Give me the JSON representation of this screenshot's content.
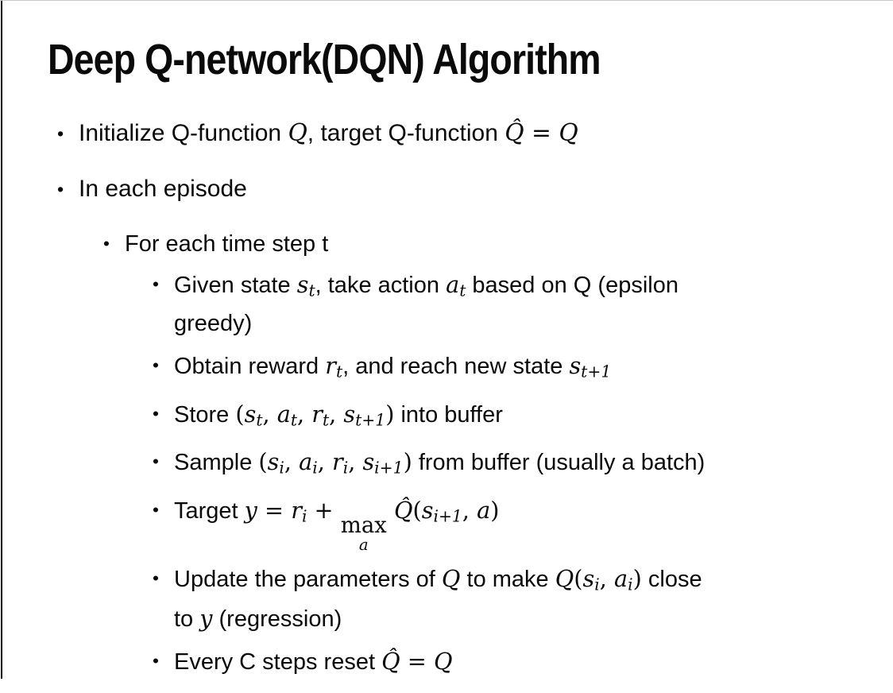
{
  "slide": {
    "title": "Deep Q-network(DQN) Algorithm",
    "bullet_char": "•",
    "bullets": [
      {
        "level": 1,
        "segments": [
          {
            "k": "t",
            "v": "Initialize Q-function "
          },
          {
            "k": "m",
            "v": "Q"
          },
          {
            "k": "t",
            "v": ", target Q-function "
          },
          {
            "k": "h",
            "v": "Q̂"
          },
          {
            "k": "r",
            "v": " = "
          },
          {
            "k": "m",
            "v": "Q"
          }
        ]
      },
      {
        "level": 1,
        "segments": [
          {
            "k": "t",
            "v": "In each episode"
          }
        ]
      },
      {
        "level": 2,
        "segments": [
          {
            "k": "t",
            "v": "For each time step t"
          }
        ]
      },
      {
        "level": 3,
        "segments": [
          {
            "k": "t",
            "v": "Given state "
          },
          {
            "k": "m",
            "v": "s"
          },
          {
            "k": "s",
            "v": "t"
          },
          {
            "k": "t",
            "v": ", take action "
          },
          {
            "k": "m",
            "v": "a"
          },
          {
            "k": "s",
            "v": "t"
          },
          {
            "k": "t",
            "v": " based on Q (epsilon"
          },
          {
            "k": "br"
          },
          {
            "k": "t",
            "v": "greedy)"
          }
        ]
      },
      {
        "level": 3,
        "segments": [
          {
            "k": "t",
            "v": "Obtain reward "
          },
          {
            "k": "m",
            "v": "r"
          },
          {
            "k": "s",
            "v": "t"
          },
          {
            "k": "t",
            "v": ", and reach new state "
          },
          {
            "k": "m",
            "v": "s"
          },
          {
            "k": "s",
            "v": "t+1"
          }
        ]
      },
      {
        "level": 3,
        "segments": [
          {
            "k": "t",
            "v": "Store "
          },
          {
            "k": "r",
            "v": "("
          },
          {
            "k": "m",
            "v": "s"
          },
          {
            "k": "s",
            "v": "t"
          },
          {
            "k": "r",
            "v": ", "
          },
          {
            "k": "m",
            "v": "a"
          },
          {
            "k": "s",
            "v": "t"
          },
          {
            "k": "r",
            "v": ", "
          },
          {
            "k": "m",
            "v": "r"
          },
          {
            "k": "s",
            "v": "t"
          },
          {
            "k": "r",
            "v": ", "
          },
          {
            "k": "m",
            "v": "s"
          },
          {
            "k": "s",
            "v": "t+1"
          },
          {
            "k": "r",
            "v": ")"
          },
          {
            "k": "t",
            "v": " into buffer"
          }
        ]
      },
      {
        "level": 3,
        "segments": [
          {
            "k": "t",
            "v": "Sample "
          },
          {
            "k": "r",
            "v": "("
          },
          {
            "k": "m",
            "v": "s"
          },
          {
            "k": "s",
            "v": "i"
          },
          {
            "k": "r",
            "v": ", "
          },
          {
            "k": "m",
            "v": "a"
          },
          {
            "k": "s",
            "v": "i"
          },
          {
            "k": "r",
            "v": ", "
          },
          {
            "k": "m",
            "v": "r"
          },
          {
            "k": "s",
            "v": "i"
          },
          {
            "k": "r",
            "v": ", "
          },
          {
            "k": "m",
            "v": "s"
          },
          {
            "k": "s",
            "v": "i+1"
          },
          {
            "k": "r",
            "v": ")"
          },
          {
            "k": "t",
            "v": " from buffer (usually a batch)"
          }
        ]
      },
      {
        "level": 3,
        "segments": [
          {
            "k": "t",
            "v": "Target "
          },
          {
            "k": "m",
            "v": "y"
          },
          {
            "k": "r",
            "v": " = "
          },
          {
            "k": "m",
            "v": "r"
          },
          {
            "k": "s",
            "v": "i"
          },
          {
            "k": "r",
            "v": " + "
          },
          {
            "k": "umax",
            "base": "max",
            "under": "a"
          },
          {
            "k": "r",
            "v": " "
          },
          {
            "k": "h",
            "v": "Q̂"
          },
          {
            "k": "r",
            "v": "("
          },
          {
            "k": "m",
            "v": "s"
          },
          {
            "k": "s",
            "v": "i+1"
          },
          {
            "k": "r",
            "v": ", "
          },
          {
            "k": "m",
            "v": "a"
          },
          {
            "k": "r",
            "v": ")"
          }
        ]
      },
      {
        "level": 3,
        "segments": [
          {
            "k": "t",
            "v": "Update the parameters of "
          },
          {
            "k": "m",
            "v": "Q"
          },
          {
            "k": "t",
            "v": " to make "
          },
          {
            "k": "m",
            "v": "Q"
          },
          {
            "k": "r",
            "v": "("
          },
          {
            "k": "m",
            "v": "s"
          },
          {
            "k": "s",
            "v": "i"
          },
          {
            "k": "r",
            "v": ", "
          },
          {
            "k": "m",
            "v": "a"
          },
          {
            "k": "s",
            "v": "i"
          },
          {
            "k": "r",
            "v": ")"
          },
          {
            "k": "t",
            "v": " close"
          },
          {
            "k": "br"
          },
          {
            "k": "t",
            "v": "to "
          },
          {
            "k": "m",
            "v": "y"
          },
          {
            "k": "t",
            "v": " (regression)"
          }
        ]
      },
      {
        "level": 3,
        "segments": [
          {
            "k": "t",
            "v": "Every C steps reset "
          },
          {
            "k": "h",
            "v": "Q̂"
          },
          {
            "k": "r",
            "v": " = "
          },
          {
            "k": "m",
            "v": "Q"
          }
        ]
      }
    ]
  }
}
